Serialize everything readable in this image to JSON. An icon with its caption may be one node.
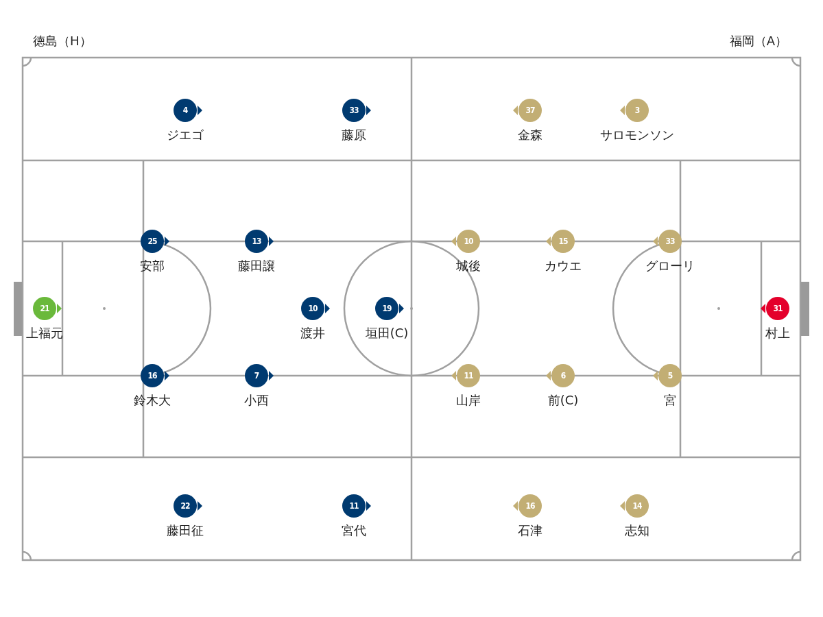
{
  "diagram": {
    "nodes": [
      {
        "text": [
          "21"
        ],
        "beside": [
          "上福元"
        ]
      },
      {
        "text": [
          "25"
        ],
        "beside": [
          "安部"
        ]
      },
      {
        "text": [
          "16"
        ],
        "beside": [
          "鈴木大"
        ]
      },
      {
        "text": [
          "4"
        ],
        "beside": [
          "ジエゴ"
        ]
      },
      {
        "text": [
          "22"
        ],
        "beside": [
          "藤田征"
        ]
      },
      {
        "text": [
          "13"
        ],
        "beside": [
          "藤田譲"
        ]
      },
      {
        "text": [
          "7"
        ],
        "beside": [
          "小西"
        ]
      },
      {
        "text": [
          "10"
        ],
        "beside": [
          "渡井"
        ]
      },
      {
        "text": [
          "33"
        ],
        "beside": [
          "藤原"
        ]
      },
      {
        "text": [
          "11"
        ],
        "beside": [
          "宮代"
        ]
      },
      {
        "text": [
          "19"
        ],
        "beside": [
          "垣田(C)"
        ]
      },
      {
        "text": [
          "10"
        ],
        "beside": [
          "城後"
        ]
      },
      {
        "text": [
          "11"
        ],
        "beside": [
          "山岸"
        ]
      },
      {
        "text": [
          "37"
        ],
        "beside": [
          "金森"
        ]
      },
      {
        "text": [
          "16"
        ],
        "beside": [
          "石津"
        ]
      },
      {
        "text": [
          "15"
        ],
        "beside": [
          "カウエ"
        ]
      },
      {
        "text": [
          "6"
        ],
        "beside": [
          "前(C)"
        ]
      },
      {
        "text": [
          "3"
        ],
        "beside": [
          "サロモンソン"
        ]
      },
      {
        "text": [
          "14"
        ],
        "beside": [
          "志知"
        ]
      },
      {
        "text": [
          "33"
        ],
        "beside": [
          "グローリ"
        ]
      },
      {
        "text": [
          "5"
        ],
        "beside": [
          "宮"
        ]
      },
      {
        "text": [
          "31"
        ],
        "beside": [
          "村上"
        ]
      }
    ],
    "labels": [
      "徳島（H）",
      "福岡（A）"
    ]
  }
}
